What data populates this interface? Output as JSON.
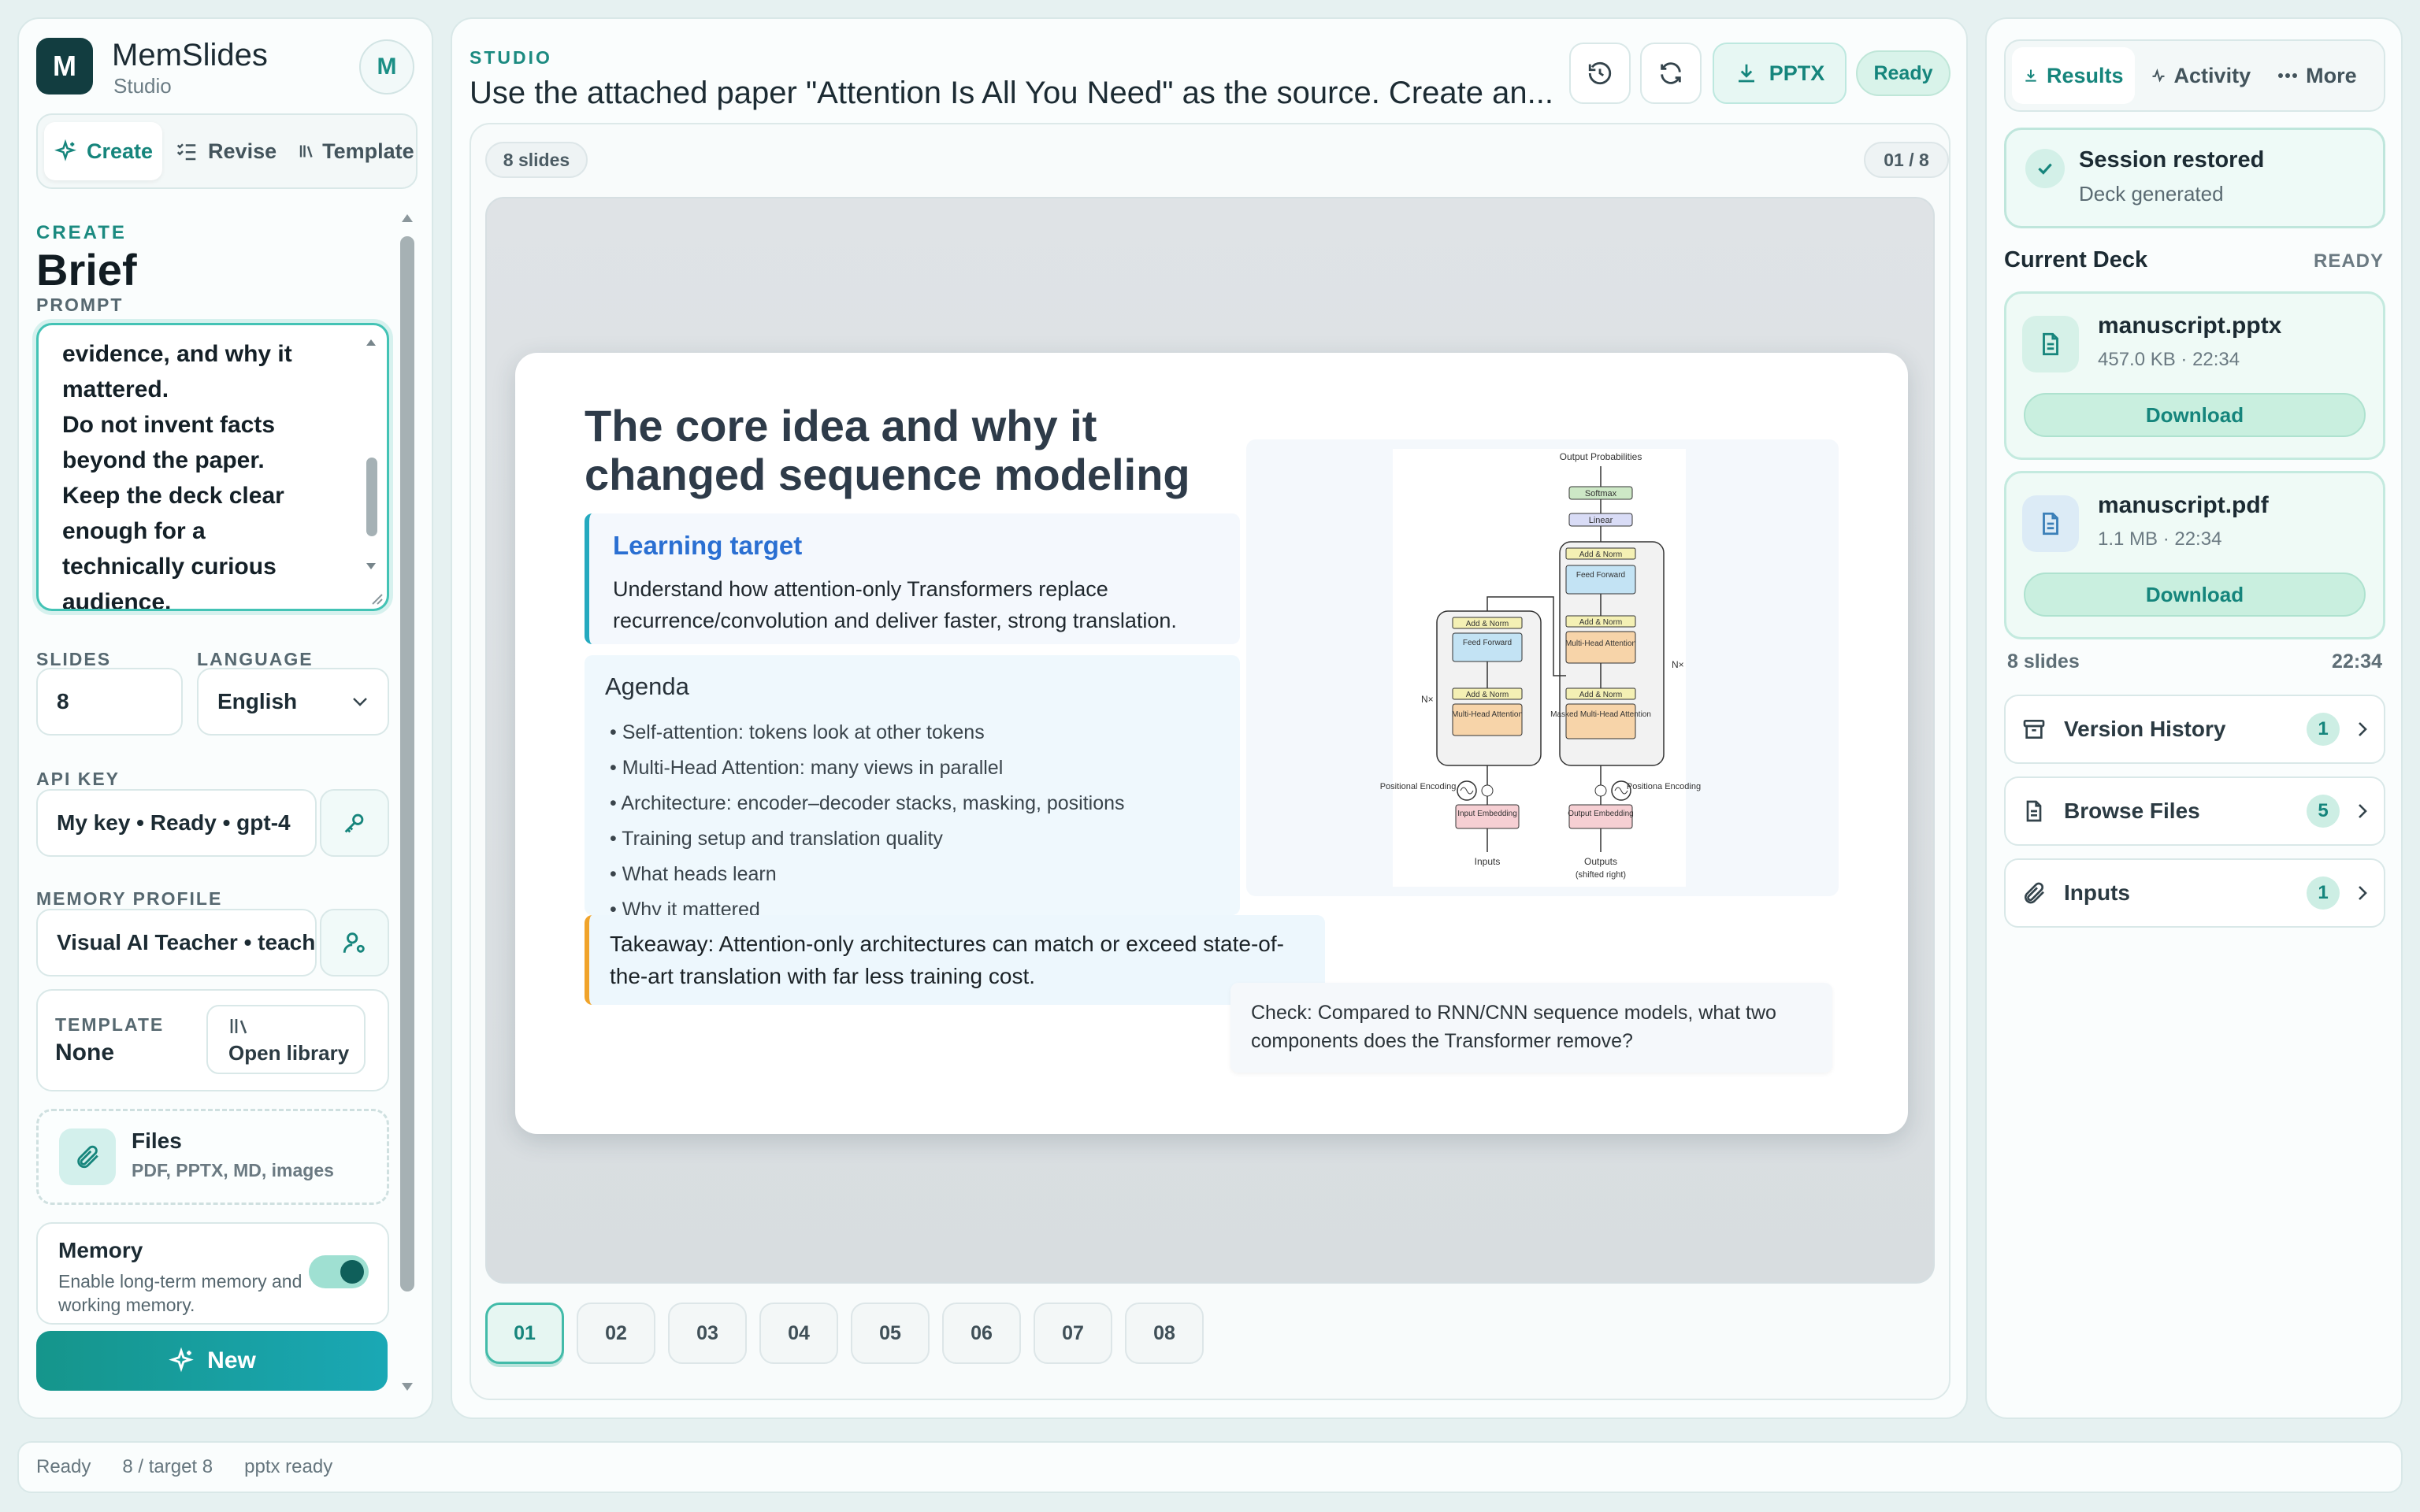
{
  "app": {
    "logo_letter": "M",
    "name": "MemSlides",
    "subtitle": "Studio",
    "avatar": "M"
  },
  "modes": [
    {
      "label": "Create",
      "icon": "sparkle-icon",
      "active": true
    },
    {
      "label": "Revise",
      "icon": "checklist-icon"
    },
    {
      "label": "Template",
      "icon": "library-icon"
    }
  ],
  "create": {
    "section": "CREATE",
    "heading": "Brief",
    "prompt_label": "PROMPT",
    "prompt_text": "evidence, and why it mattered.\nDo not invent facts beyond the paper.\nKeep the deck clear enough for a technically curious audience.",
    "slides_label": "SLIDES",
    "slides_value": "8",
    "language_label": "LANGUAGE",
    "language_value": "English",
    "api_key_label": "API KEY",
    "api_key_value": "My key • Ready • gpt-4",
    "memory_profile_label": "MEMORY PROFILE",
    "memory_profile_value": "Visual AI Teacher • teacher",
    "template_label": "TEMPLATE",
    "template_value": "None",
    "open_library": "Open library",
    "files_title": "Files",
    "files_sub": "PDF, PPTX, MD, images",
    "memory_title": "Memory",
    "memory_sub": "Enable long-term memory and working memory.",
    "memory_enabled": true,
    "new_button": "New"
  },
  "studio": {
    "label": "STUDIO",
    "title": "Use the attached paper \"Attention Is All You Need\" as the source. Create an...",
    "pptx_button": "PPTX",
    "status": "Ready",
    "slide_count": "8 slides",
    "pager": "01 / 8"
  },
  "slide": {
    "title": "The core idea and why it changed sequence modeling",
    "learning_target_heading": "Learning target",
    "learning_target_text": "Understand how attention-only Transformers replace recurrence/convolution and deliver faster, strong translation.",
    "agenda_heading": "Agenda",
    "agenda_items": [
      "Self-attention: tokens look at other tokens",
      "Multi-Head Attention: many views in parallel",
      "Architecture: encoder–decoder stacks, masking, positions",
      "Training setup and translation quality",
      "What heads learn",
      "Why it mattered"
    ],
    "takeaway": "Takeaway: Attention-only architectures can match or exceed state-of-the-art translation with far less training cost.",
    "check": "Check: Compared to RNN/CNN sequence models, what two components does the Transformer remove?",
    "diagram": {
      "output_probabilities": "Output Probabilities",
      "softmax": "Softmax",
      "linear": "Linear",
      "add_norm": "Add & Norm",
      "feed_forward": "Feed Forward",
      "multi_head_attention": "Multi-Head Attention",
      "masked_multi_head_attention": "Masked Multi-Head Attention",
      "input_embedding": "Input Embedding",
      "output_embedding": "Output Embedding",
      "positional_encoding": "Positional Encoding",
      "positional_encoding_right": "Positiona Encoding",
      "inputs": "Inputs",
      "outputs": "Outputs",
      "shifted_right": "(shifted right)",
      "nx": "N×"
    }
  },
  "thumbnails": [
    "01",
    "02",
    "03",
    "04",
    "05",
    "06",
    "07",
    "08"
  ],
  "results": {
    "tabs": [
      {
        "label": "Results",
        "icon": "download-icon",
        "active": true
      },
      {
        "label": "Activity",
        "icon": "pulse-icon"
      },
      {
        "label": "More",
        "icon": "more-icon"
      }
    ],
    "session_title": "Session restored",
    "session_sub": "Deck generated",
    "current_deck": "Current Deck",
    "deck_status": "READY",
    "files": [
      {
        "name": "manuscript.pptx",
        "meta": "457.0 KB · 22:34",
        "download": "Download"
      },
      {
        "name": "manuscript.pdf",
        "meta": "1.1 MB · 22:34",
        "download": "Download"
      }
    ],
    "slides_meta": "8 slides",
    "time_meta": "22:34",
    "rows": [
      {
        "label": "Version History",
        "count": "1",
        "icon": "archive-icon"
      },
      {
        "label": "Browse Files",
        "count": "5",
        "icon": "document-icon"
      },
      {
        "label": "Inputs",
        "count": "1",
        "icon": "paperclip-icon"
      }
    ]
  },
  "status_bar": {
    "state": "Ready",
    "progress": "8 / target 8",
    "output": "pptx ready"
  },
  "colors": {
    "accent": "#16857c",
    "brand_dark": "#123d40",
    "ready_bg": "#d9f3ea",
    "takeaway_bar": "#f0a32a",
    "target_bar": "#24a9bf"
  }
}
